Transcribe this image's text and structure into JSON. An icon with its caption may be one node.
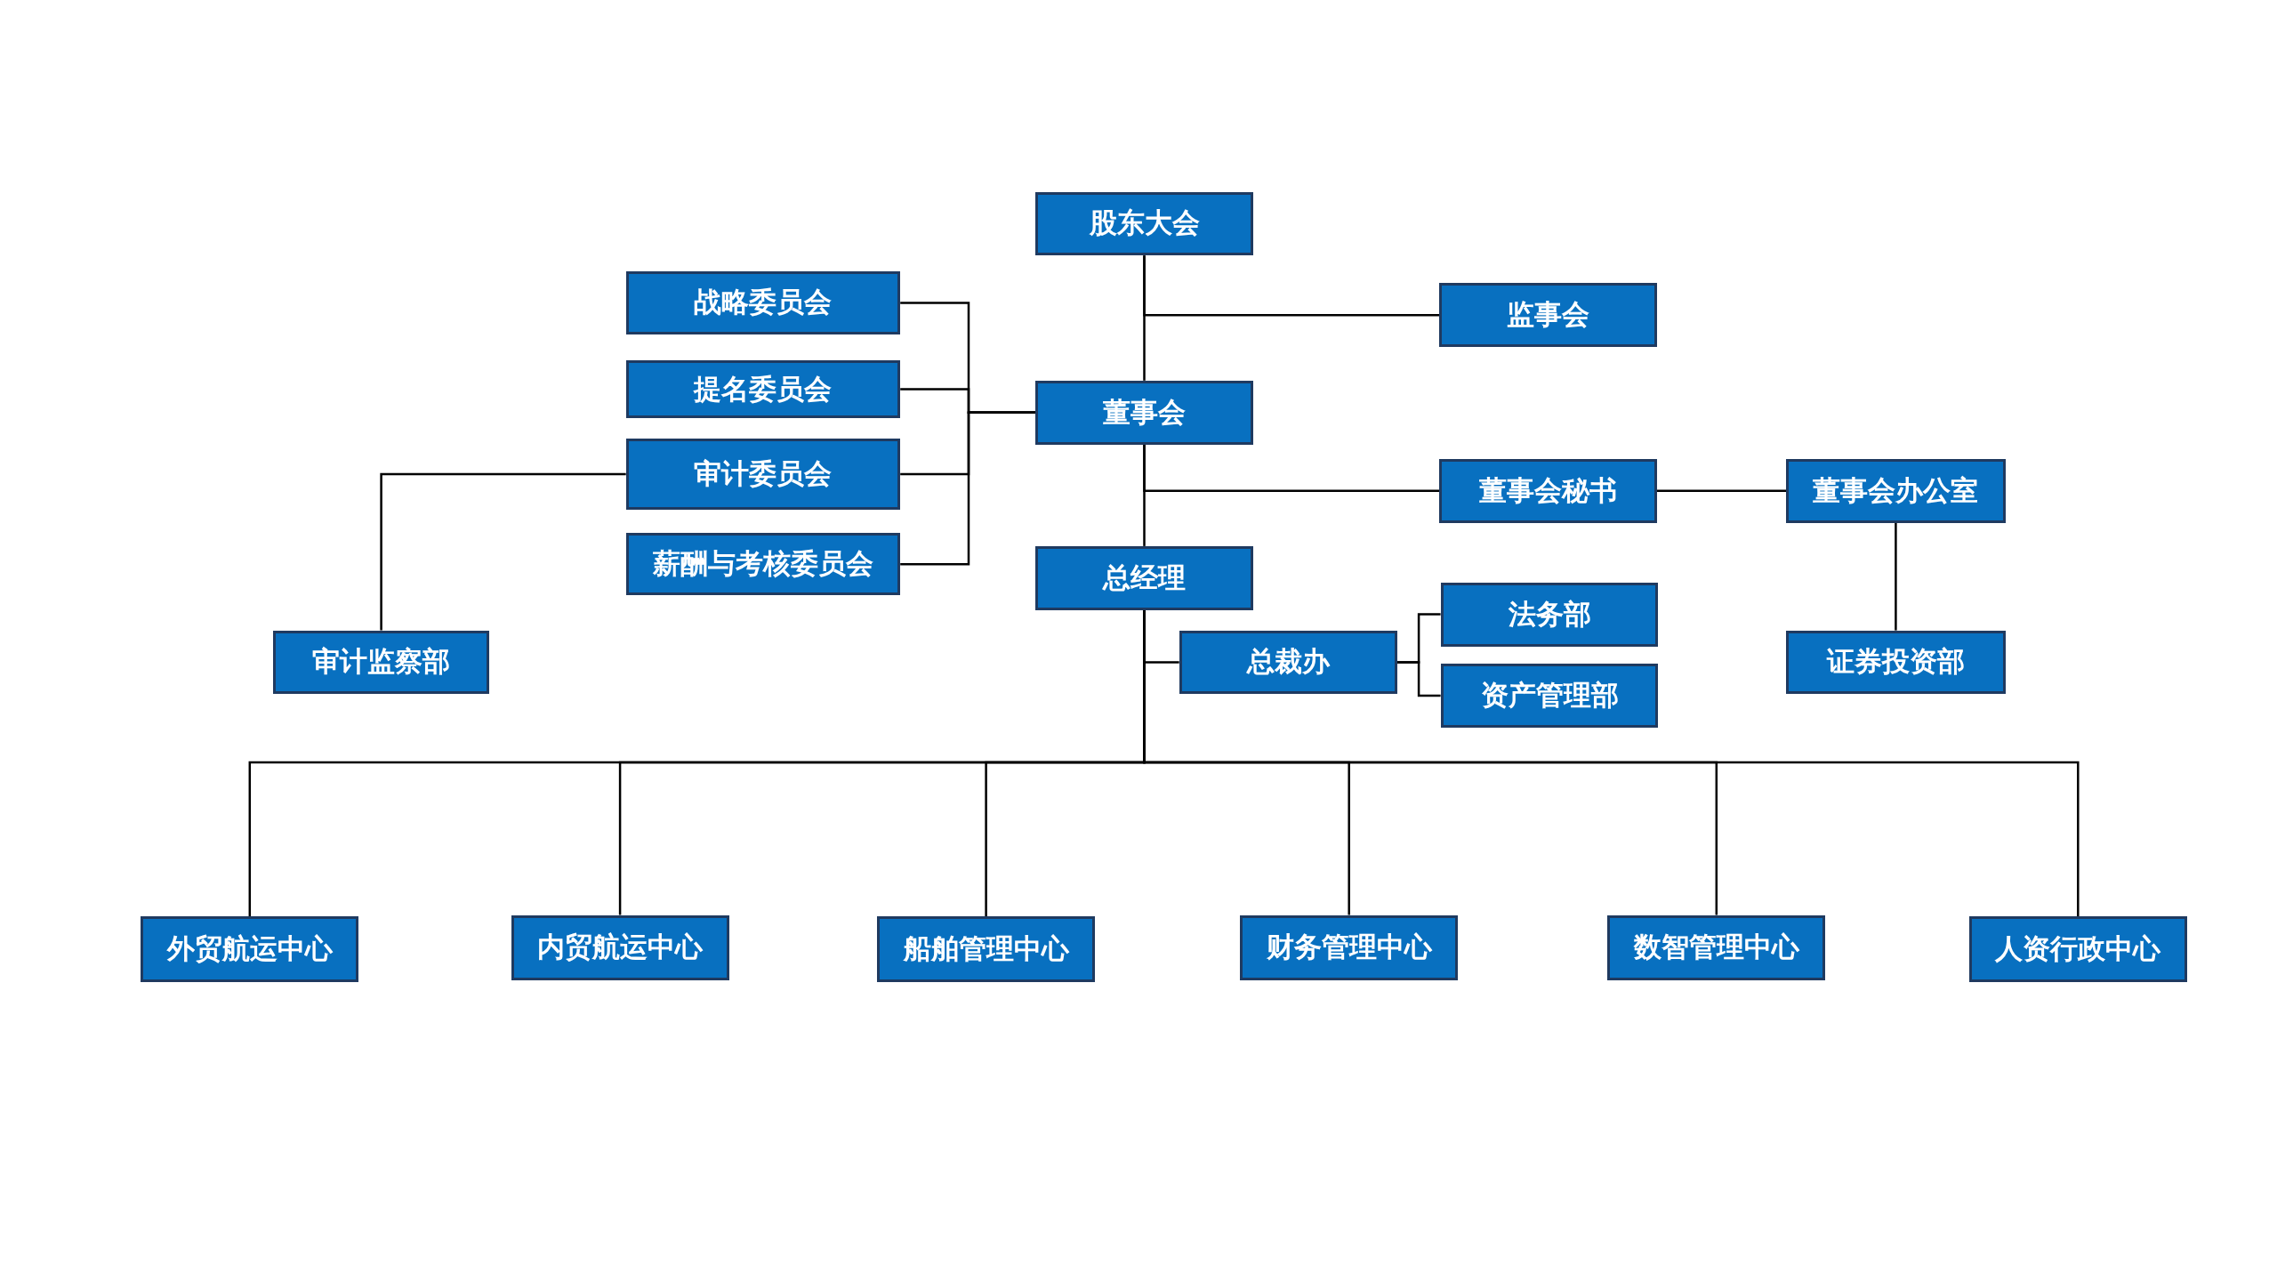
{
  "diagram": {
    "nodes": [
      {
        "text": [
          "股东大会"
        ]
      },
      {
        "text": [
          "监事会"
        ]
      },
      {
        "text": [
          "战略委员会"
        ]
      },
      {
        "text": [
          "提名委员会"
        ]
      },
      {
        "text": [
          "审计委员会"
        ]
      },
      {
        "text": [
          "薪酬与考核委员会"
        ]
      },
      {
        "text": [
          "董事会"
        ]
      },
      {
        "text": [
          "审计监察部"
        ]
      },
      {
        "text": [
          "董事会秘书"
        ]
      },
      {
        "text": [
          "董事会办公室"
        ]
      },
      {
        "text": [
          "总经理"
        ]
      },
      {
        "text": [
          "总裁办"
        ]
      },
      {
        "text": [
          "法务部"
        ]
      },
      {
        "text": [
          "资产管理部"
        ]
      },
      {
        "text": [
          "证券投资部"
        ]
      },
      {
        "text": [
          "外贸航运中心"
        ]
      },
      {
        "text": [
          "内贸航运中心"
        ]
      },
      {
        "text": [
          "船舶管理中心"
        ]
      },
      {
        "text": [
          "财务管理中心"
        ]
      },
      {
        "text": [
          "数智管理中心"
        ]
      },
      {
        "text": [
          "人资行政中心"
        ]
      }
    ],
    "edges": [
      {
        "from": 0,
        "to": 6,
        "arrow": "none"
      },
      {
        "from": 0,
        "to": 1,
        "arrow": "none"
      },
      {
        "from": 6,
        "to": 2,
        "arrow": "none"
      },
      {
        "from": 6,
        "to": 3,
        "arrow": "none"
      },
      {
        "from": 6,
        "to": 4,
        "arrow": "none"
      },
      {
        "from": 6,
        "to": 5,
        "arrow": "none"
      },
      {
        "from": 4,
        "to": 7,
        "arrow": "none"
      },
      {
        "from": 6,
        "to": 10,
        "arrow": "none"
      },
      {
        "from": 6,
        "to": 8,
        "arrow": "none"
      },
      {
        "from": 8,
        "to": 9,
        "arrow": "none"
      },
      {
        "from": 9,
        "to": 14,
        "arrow": "none"
      },
      {
        "from": 10,
        "to": 11,
        "arrow": "none"
      },
      {
        "from": 11,
        "to": 12,
        "arrow": "none"
      },
      {
        "from": 11,
        "to": 13,
        "arrow": "none"
      },
      {
        "from": 10,
        "to": 15,
        "arrow": "none"
      },
      {
        "from": 10,
        "to": 16,
        "arrow": "none"
      },
      {
        "from": 10,
        "to": 17,
        "arrow": "none"
      },
      {
        "from": 10,
        "to": 18,
        "arrow": "none"
      },
      {
        "from": 10,
        "to": 19,
        "arrow": "none"
      },
      {
        "from": 10,
        "to": 20,
        "arrow": "none"
      }
    ]
  }
}
